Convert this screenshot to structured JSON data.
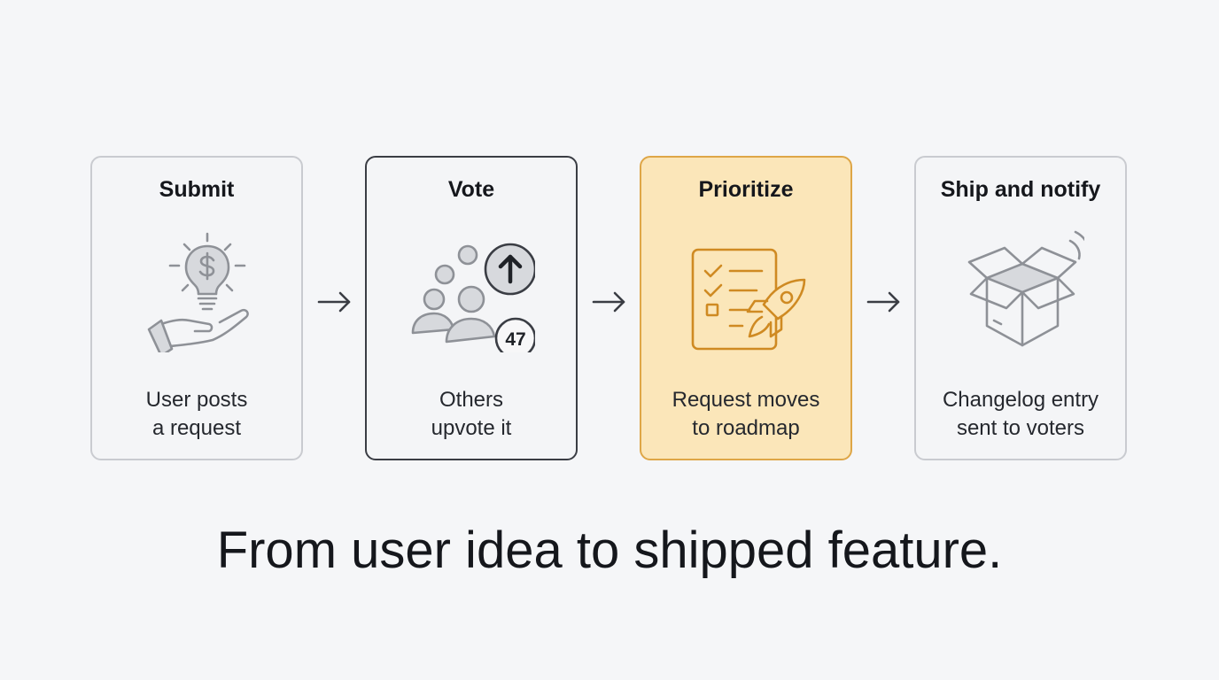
{
  "steps": [
    {
      "title": "Submit",
      "icon": "lightbulb-hand-icon",
      "desc_line1": "User posts",
      "desc_line2": "a request"
    },
    {
      "title": "Vote",
      "icon": "users-upvote-icon",
      "badge_count": "47",
      "desc_line1": "Others",
      "desc_line2": "upvote it"
    },
    {
      "title": "Prioritize",
      "icon": "checklist-rocket-icon",
      "desc_line1": "Request moves",
      "desc_line2": "to roadmap"
    },
    {
      "title": "Ship and notify",
      "icon": "open-box-icon",
      "desc_line1": "Changelog entry",
      "desc_line2": "sent to voters"
    }
  ],
  "tagline": "From user idea to shipped feature.",
  "colors": {
    "background": "#f5f6f8",
    "card_border": "#c9cbd0",
    "active_border": "#3a3d44",
    "highlight_fill": "#fbe6b9",
    "highlight_border": "#dea647",
    "highlight_icon": "#cf8a22",
    "icon_gray": "#8e9197"
  }
}
